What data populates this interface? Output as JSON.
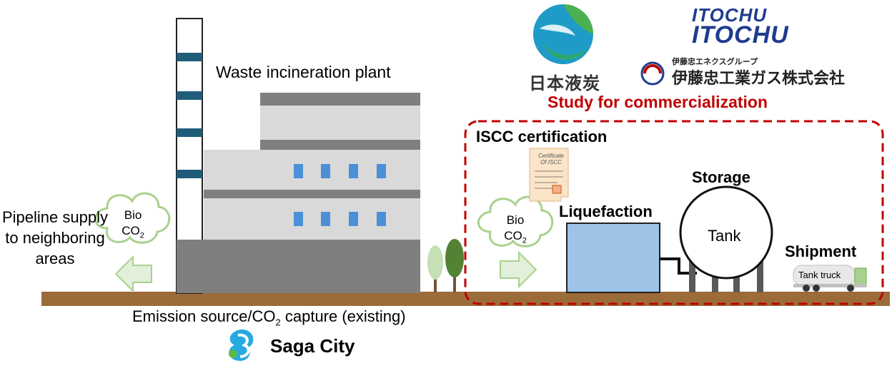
{
  "plant": {
    "title": "Waste incineration plant"
  },
  "left_side": {
    "pipeline_label": "Pipeline supply to neighboring areas",
    "bio": "Bio",
    "co": "CO",
    "sub2": "2"
  },
  "emission": {
    "label_prefix": "Emission source/CO",
    "sub2": "2",
    "label_suffix": " capture (existing)"
  },
  "saga": {
    "name": "Saga City"
  },
  "partners": {
    "nichi_eki": "日本液炭",
    "itochu_upper": "ITOCHU",
    "itochu_main": "ITOCHU",
    "itochu_group": "伊藤忠エネクスグループ",
    "itochu_gas": "伊藤忠工業ガス株式会社"
  },
  "study": {
    "label": "Study for commercialization"
  },
  "right_side": {
    "iscc": "ISCC certification",
    "certificate_line1": "Certificate",
    "certificate_line2": "Of ISCC",
    "bio": "Bio",
    "co": "CO",
    "sub2": "2",
    "liquefaction": "Liquefaction",
    "storage": "Storage",
    "tank": "Tank",
    "shipment": "Shipment",
    "tank_truck": "Tank truck"
  },
  "colors": {
    "ground": "#9c6b3a",
    "building_light": "#d9d9d9",
    "building_dark": "#7f7f7f",
    "window_blue": "#4a90d9",
    "chimney_band": "#1f5c7a",
    "cloud_stroke": "#a9d18e",
    "arrow_fill": "#e2efda",
    "dashed_border": "#c00000",
    "liq_box": "#9dc3e6",
    "study_red": "#c00000"
  }
}
